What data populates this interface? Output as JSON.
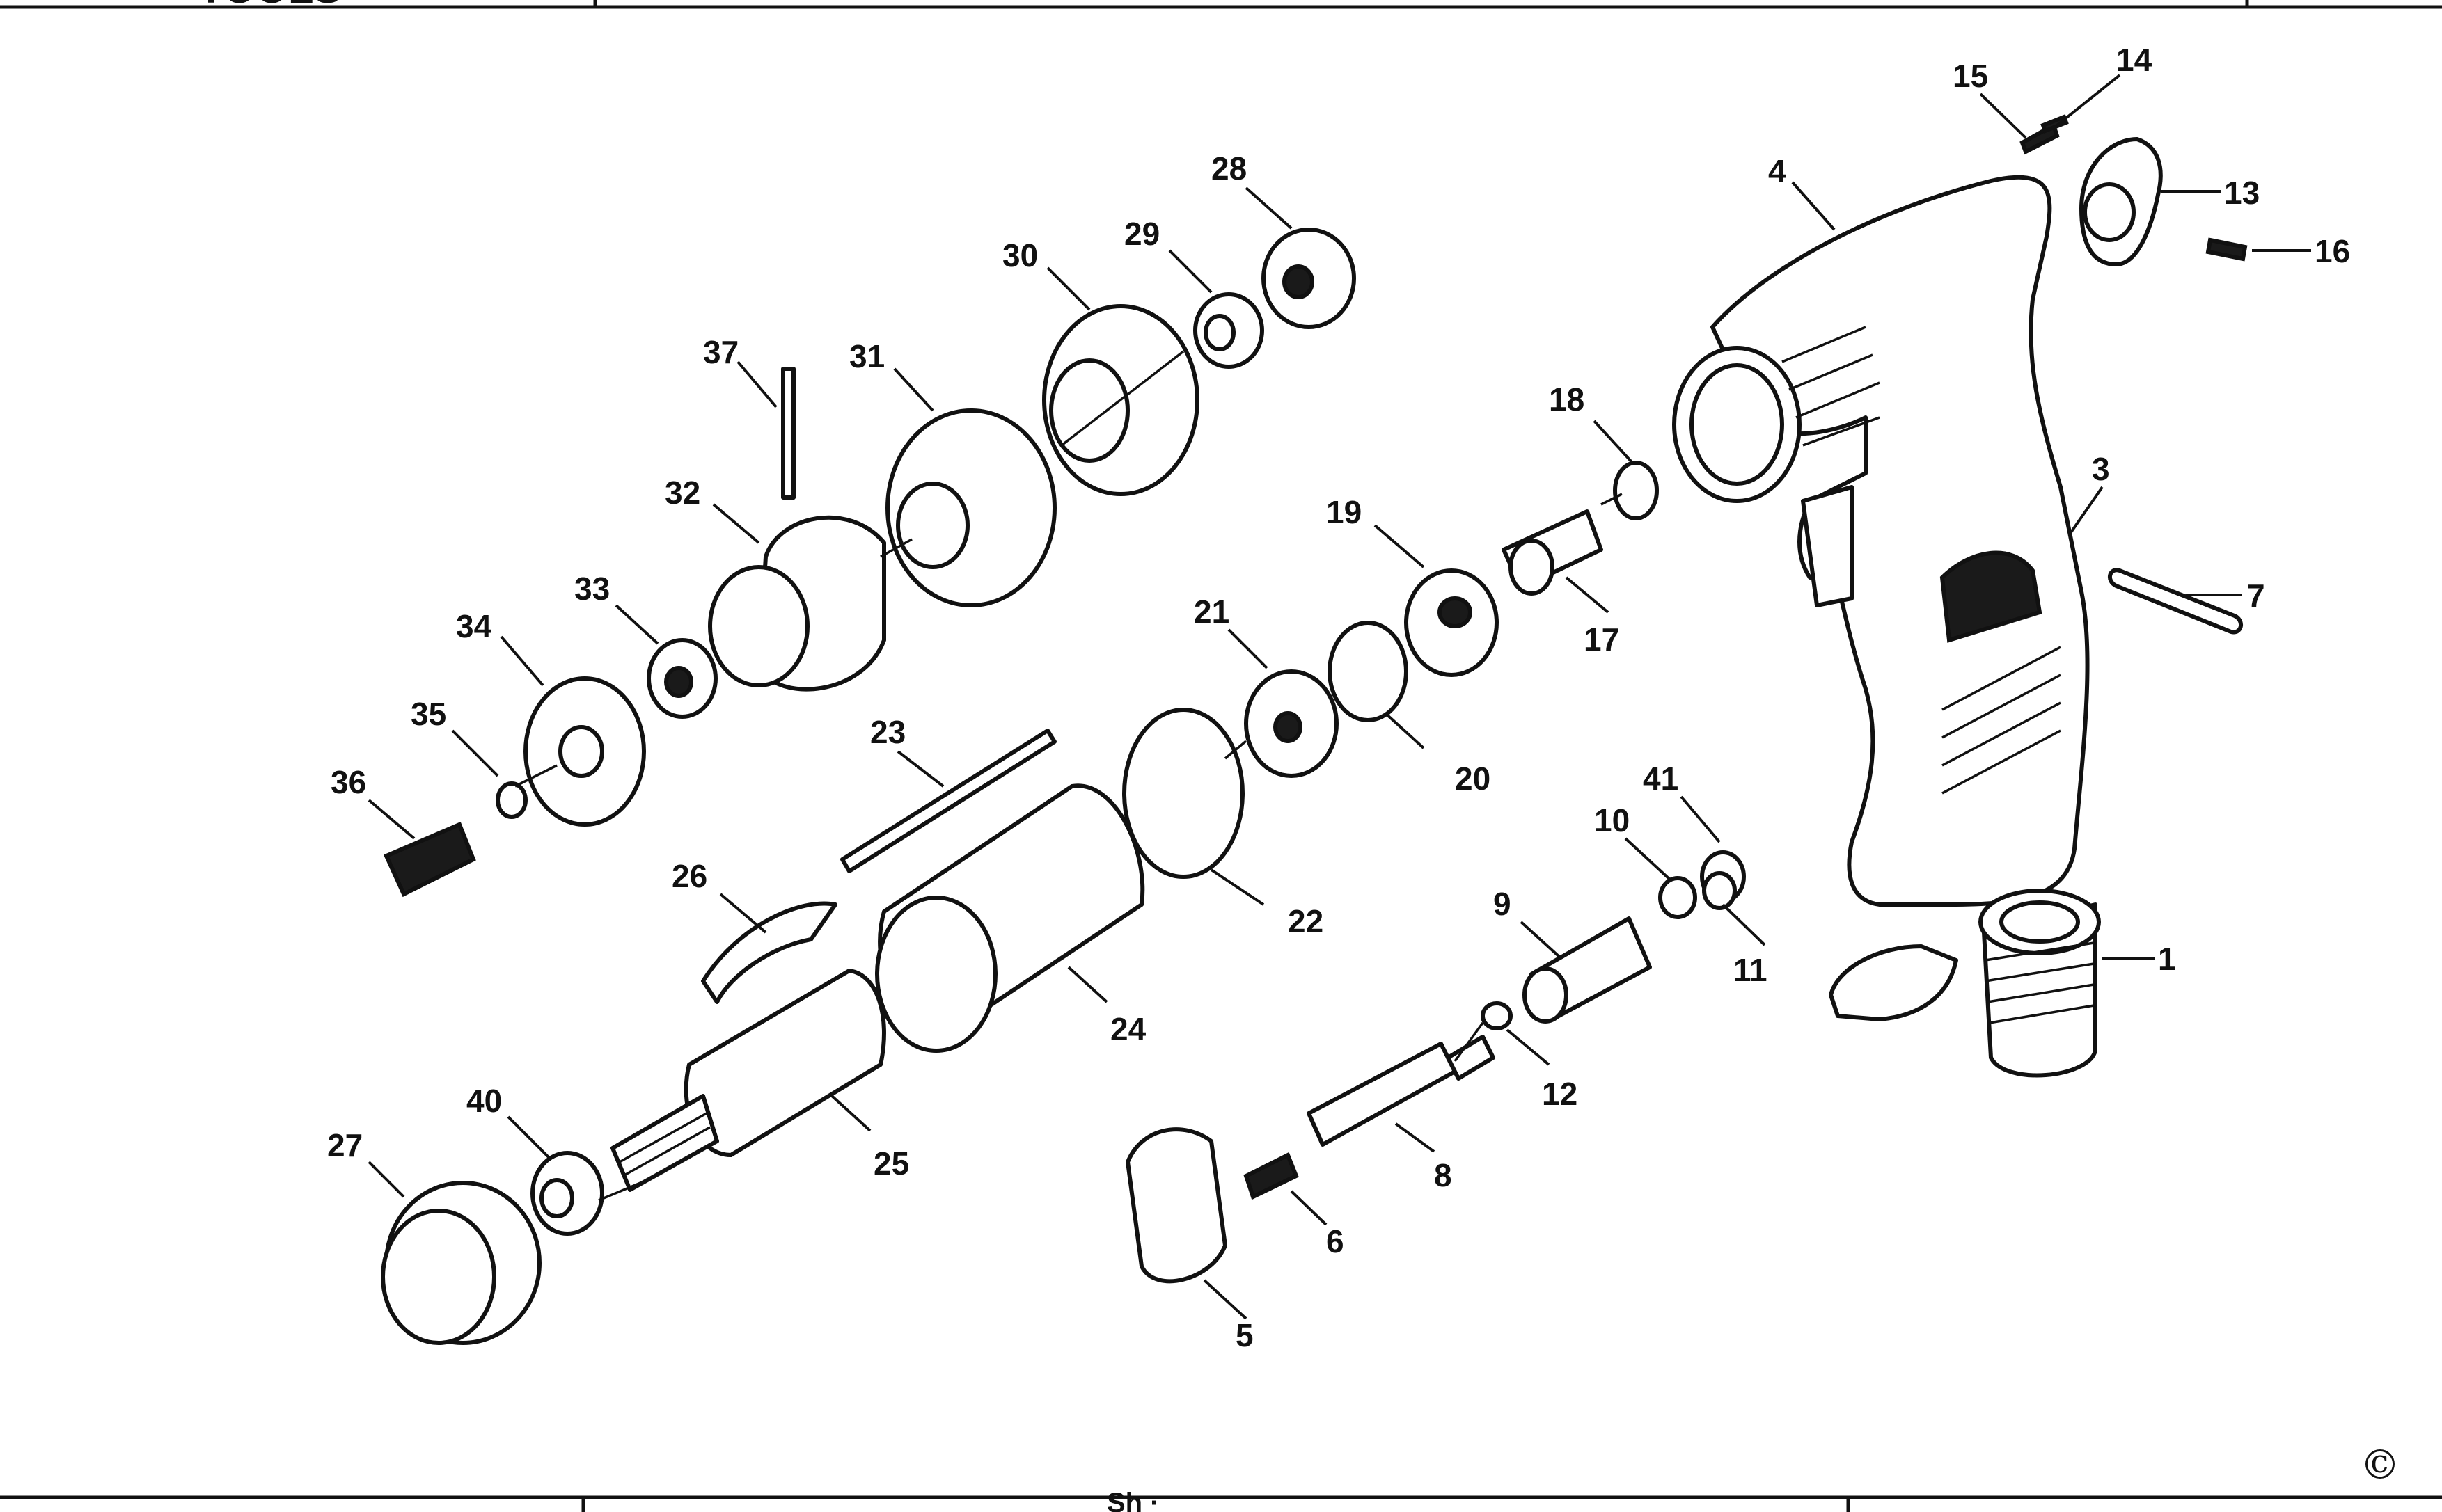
{
  "diagram": {
    "type": "exploded-parts-view",
    "header_fragment": "TOOLS",
    "footer_fragment": "Sh ·",
    "copyright": "©",
    "callouts": [
      {
        "id": "1",
        "label": "1"
      },
      {
        "id": "3",
        "label": "3"
      },
      {
        "id": "4",
        "label": "4"
      },
      {
        "id": "5",
        "label": "5"
      },
      {
        "id": "6",
        "label": "6"
      },
      {
        "id": "7",
        "label": "7"
      },
      {
        "id": "8",
        "label": "8"
      },
      {
        "id": "9",
        "label": "9"
      },
      {
        "id": "10",
        "label": "10"
      },
      {
        "id": "11",
        "label": "11"
      },
      {
        "id": "12",
        "label": "12"
      },
      {
        "id": "13",
        "label": "13"
      },
      {
        "id": "14",
        "label": "14"
      },
      {
        "id": "15",
        "label": "15"
      },
      {
        "id": "16",
        "label": "16"
      },
      {
        "id": "17",
        "label": "17"
      },
      {
        "id": "18",
        "label": "18"
      },
      {
        "id": "19",
        "label": "19"
      },
      {
        "id": "20",
        "label": "20"
      },
      {
        "id": "21",
        "label": "21"
      },
      {
        "id": "22",
        "label": "22"
      },
      {
        "id": "23",
        "label": "23"
      },
      {
        "id": "24",
        "label": "24"
      },
      {
        "id": "25",
        "label": "25"
      },
      {
        "id": "26",
        "label": "26"
      },
      {
        "id": "27",
        "label": "27"
      },
      {
        "id": "28",
        "label": "28"
      },
      {
        "id": "29",
        "label": "29"
      },
      {
        "id": "30",
        "label": "30"
      },
      {
        "id": "31",
        "label": "31"
      },
      {
        "id": "32",
        "label": "32"
      },
      {
        "id": "33",
        "label": "33"
      },
      {
        "id": "34",
        "label": "34"
      },
      {
        "id": "35",
        "label": "35"
      },
      {
        "id": "36",
        "label": "36"
      },
      {
        "id": "37",
        "label": "37"
      },
      {
        "id": "40",
        "label": "40"
      },
      {
        "id": "41",
        "label": "41"
      }
    ]
  }
}
